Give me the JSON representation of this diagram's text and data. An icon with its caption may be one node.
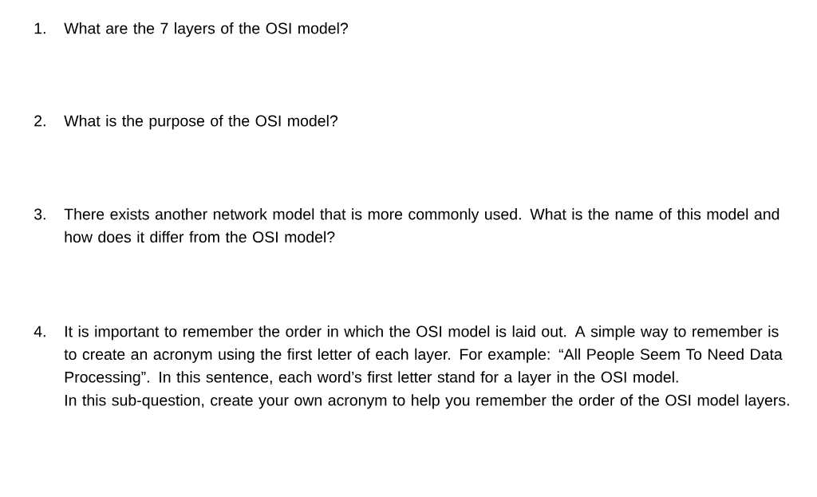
{
  "diagram": {
    "labels": [
      "1.",
      "What are the 7 layers of the OSI model?",
      "2.",
      "What is the purpose of the OSI model?",
      "3.",
      "There exists another network model that is more commonly used. What is the name of this model and how does it differ from the OSI model?",
      "4.",
      "It is important to remember the order in which the OSI model is laid out. A simple way to remember is to create an acronym using the first letter of each layer. For example: “All People Seem To Need Data Processing”. In this sentence, each word’s first letter stand for a layer in the OSI model.",
      "In this sub-question, create your own acronym to help you remember the order of the OSI model layers."
    ]
  }
}
